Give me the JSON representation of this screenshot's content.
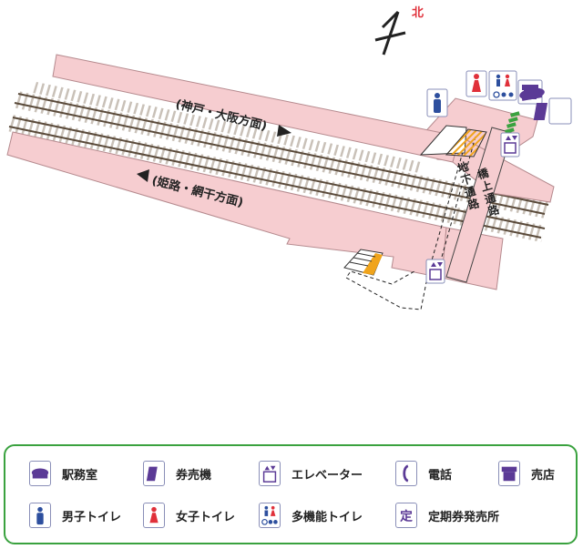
{
  "map": {
    "north_label": "北",
    "track_upper_label": "(神戸・大阪方面)",
    "track_lower_label": "(姫路・網干方面)",
    "overpass_label": "橋上通路",
    "underpass_label": "地下通路"
  },
  "icons": {
    "station_office": "station-office-icon",
    "ticket_machine": "ticket-machine-icon",
    "elevator": "elevator-icon",
    "telephone": "telephone-icon",
    "shop": "shop-icon",
    "mens_toilet": "mens-toilet-icon",
    "womens_toilet": "womens-toilet-icon",
    "multipurpose_toilet": "multipurpose-toilet-icon",
    "pass_office": "pass-office-icon"
  },
  "legend": {
    "items": [
      {
        "icon": "station-office-icon",
        "label": "駅務室"
      },
      {
        "icon": "ticket-machine-icon",
        "label": "券売機"
      },
      {
        "icon": "elevator-icon",
        "label": "エレベーター"
      },
      {
        "icon": "telephone-icon",
        "label": "電話"
      },
      {
        "icon": "shop-icon",
        "label": "売店"
      },
      {
        "icon": "mens-toilet-icon",
        "label": "男子トイレ"
      },
      {
        "icon": "womens-toilet-icon",
        "label": "女子トイレ"
      },
      {
        "icon": "multipurpose-toilet-icon",
        "label": "多機能トイレ"
      },
      {
        "icon": "pass-office-icon",
        "label": "定期券発売所",
        "glyph": "定"
      }
    ]
  },
  "colors": {
    "platform": "#f6cdd0",
    "platform_edge": "#b58a8e",
    "track": "#5a4a3a",
    "sleeper": "#c9c1b8",
    "legend_border": "#3aa23f",
    "icon_purple": "#5b3a96",
    "icon_blue": "#2d4f9e",
    "icon_red": "#e0303a",
    "stair": "#f0a41c",
    "north_red": "#e0303a"
  }
}
